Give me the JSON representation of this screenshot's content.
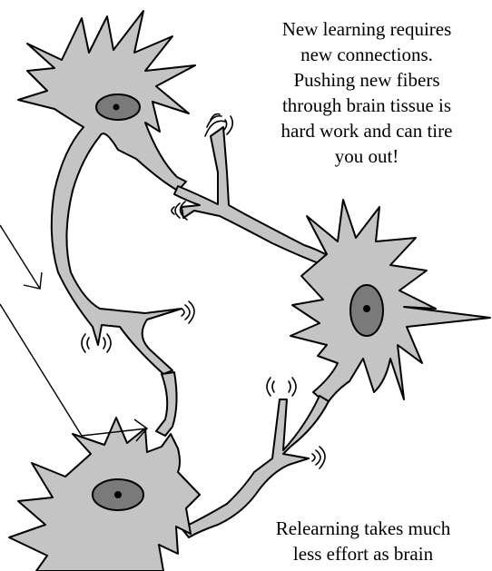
{
  "top_caption": {
    "lines": [
      "New learning requires",
      "new connections.",
      "Pushing new fibers",
      "through brain tissue is",
      "hard work and can tire",
      "you out!"
    ]
  },
  "bottom_caption": {
    "lines": [
      "Relearning takes much",
      "less effort as brain"
    ]
  },
  "colors": {
    "neuron_body": "#c4c4c4",
    "nucleus": "#7a7a7a",
    "nucleolus": "#000000",
    "outline": "#000000",
    "background": "#ffffff"
  },
  "icons": [
    "neuron",
    "nucleus",
    "synapse-signal",
    "arrow"
  ]
}
